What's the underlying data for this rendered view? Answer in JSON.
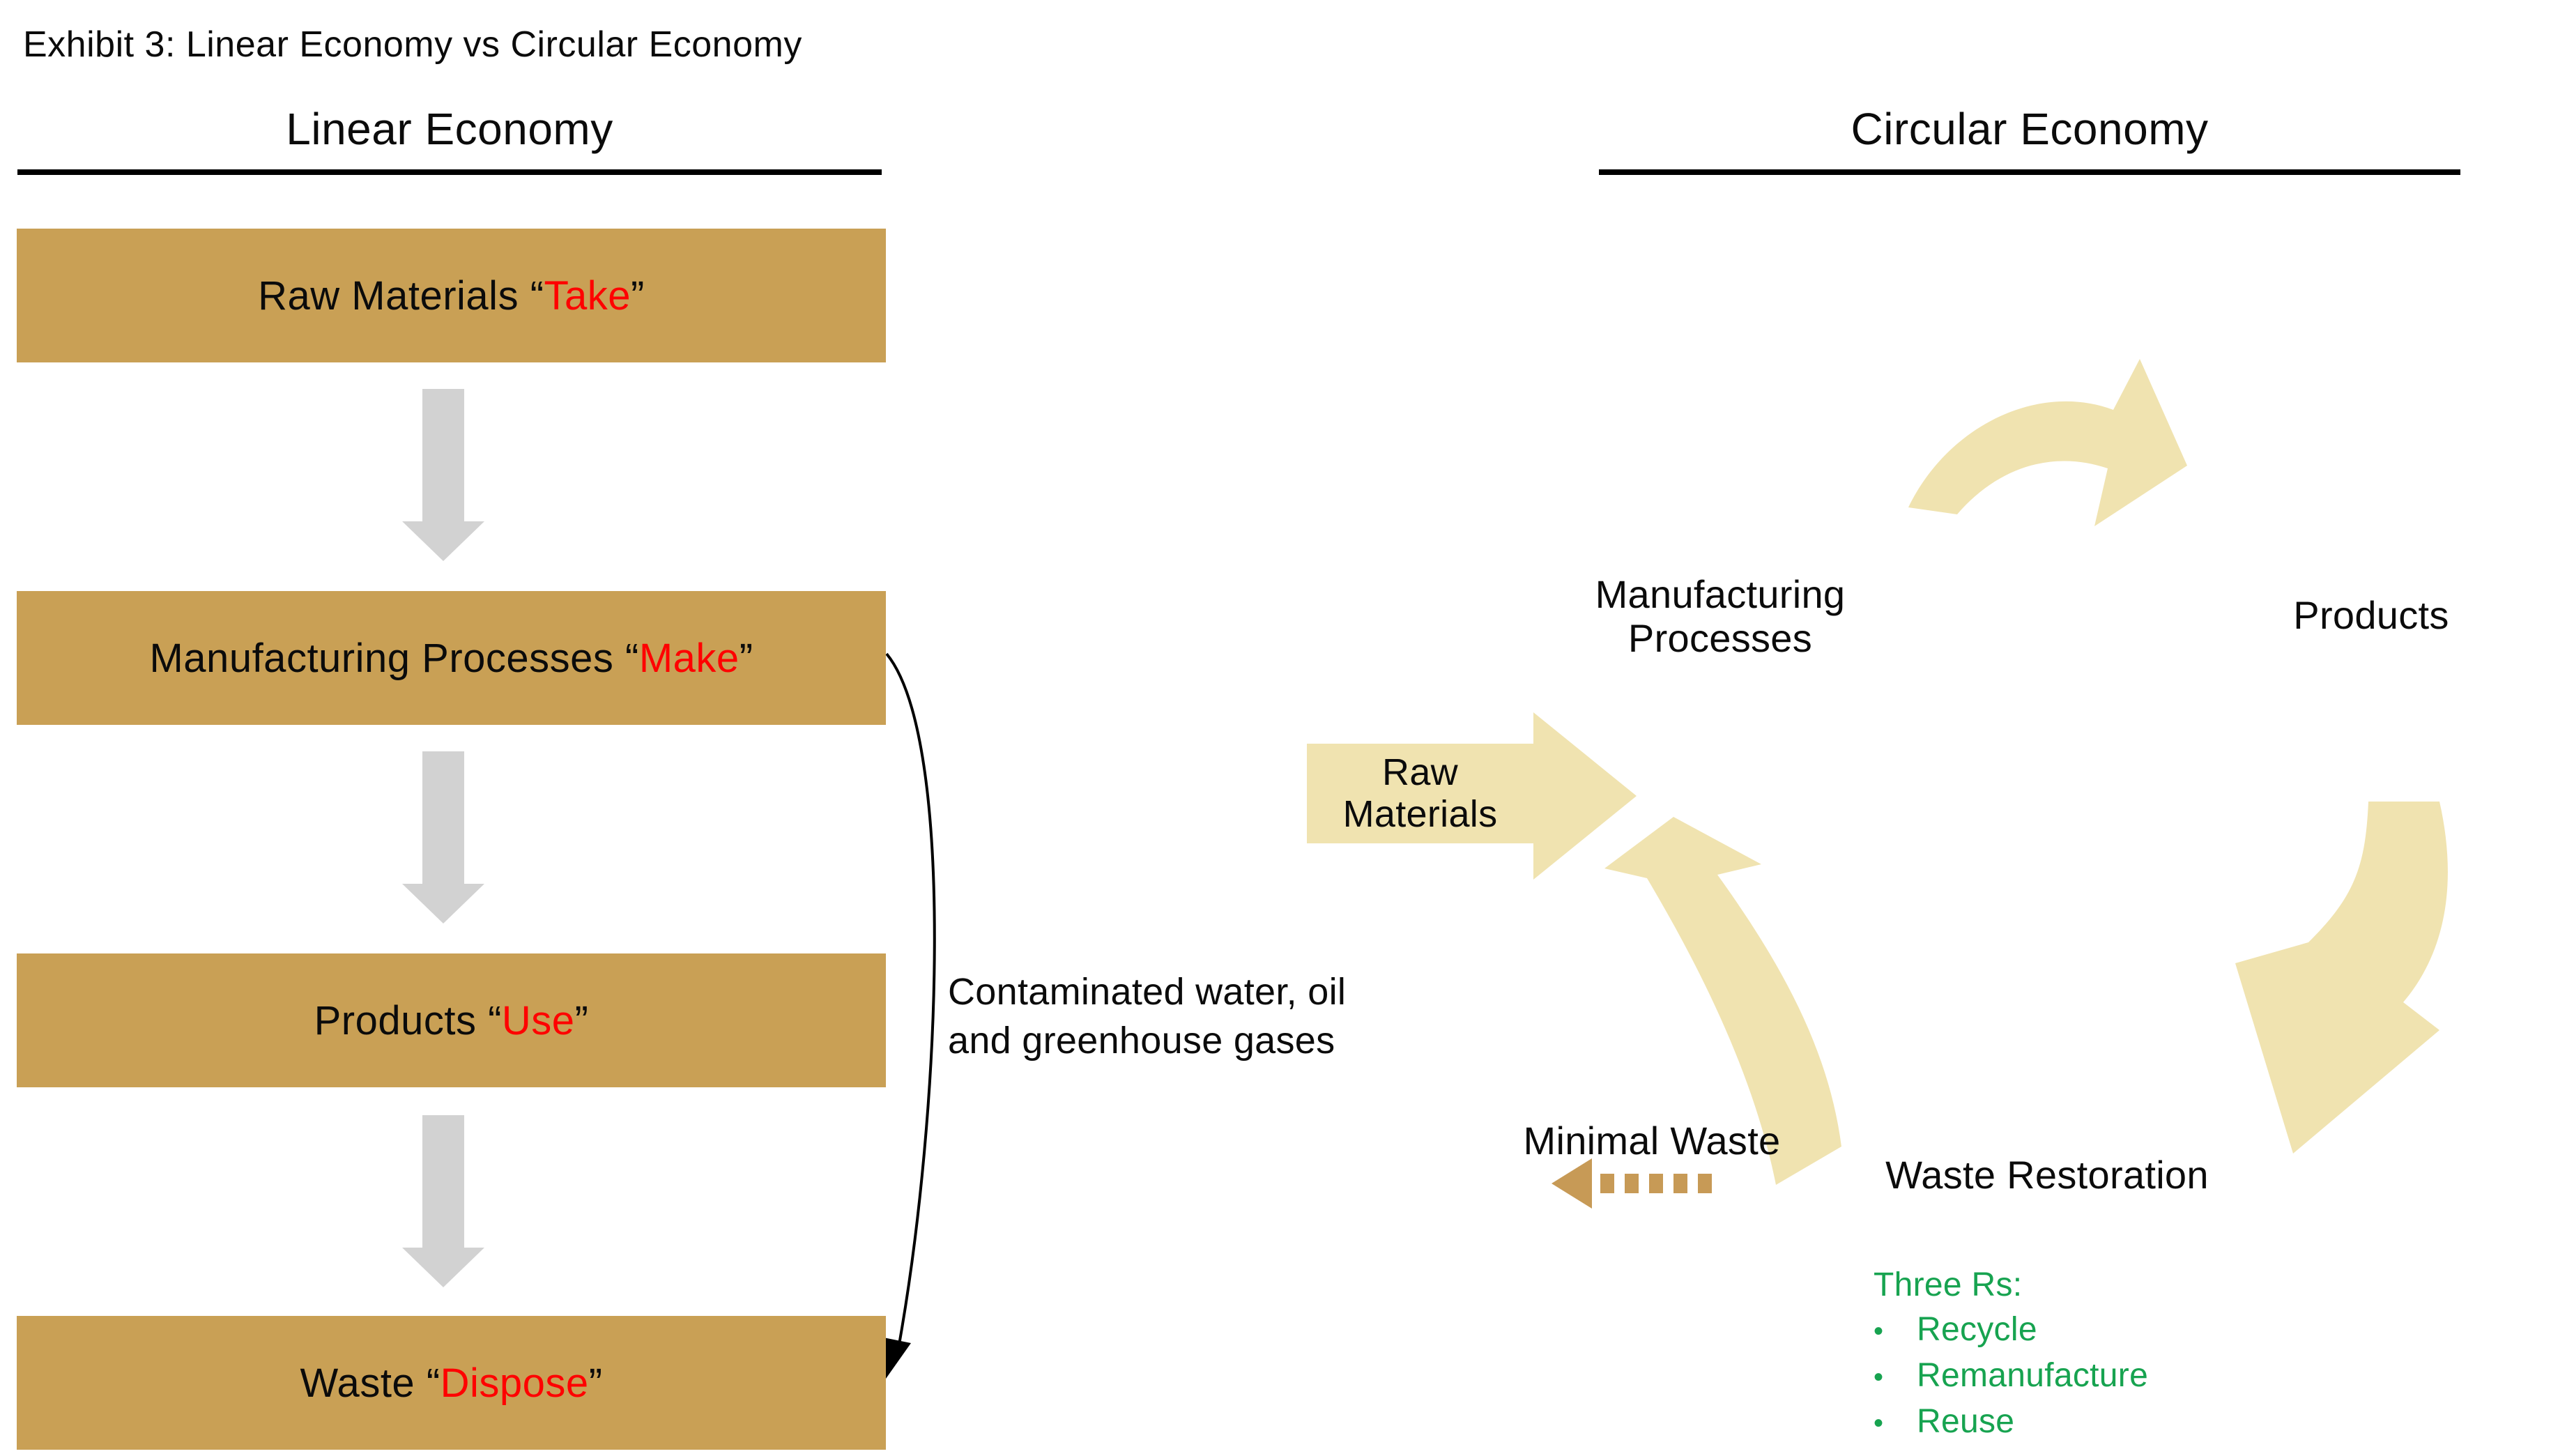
{
  "title": "Exhibit 3: Linear Economy vs Circular Economy",
  "punctuation": {
    "open_quote": "“",
    "close_quote": "”",
    "bullet": "•"
  },
  "colors": {
    "tan": "#C9A055",
    "cream": "#F0E3B0",
    "gray": "#D2D2D2",
    "gold": "#C79A56",
    "red": "#FF0000",
    "green": "#17A350",
    "ink": "#0B0B0B"
  },
  "linear": {
    "heading": "Linear Economy",
    "boxes": [
      {
        "prefix": "Raw Materials ",
        "action": "Take"
      },
      {
        "prefix": "Manufacturing Processes ",
        "action": "Make"
      },
      {
        "prefix": "Products ",
        "action": "Use"
      },
      {
        "prefix": "Waste ",
        "action": "Dispose"
      }
    ],
    "byproducts_note": {
      "line1": "Contaminated water, oil",
      "line2": "and greenhouse gases"
    }
  },
  "circular": {
    "heading": "Circular Economy",
    "manufacturing": {
      "line1": "Manufacturing",
      "line2": "Processes"
    },
    "products": "Products",
    "raw_materials": {
      "line1": "Raw",
      "line2": "Materials"
    },
    "waste_restoration": "Waste Restoration",
    "minimal_waste": "Minimal Waste",
    "three_rs": {
      "heading": "Three Rs:",
      "items": [
        "Recycle",
        "Remanufacture",
        "Reuse"
      ]
    }
  }
}
